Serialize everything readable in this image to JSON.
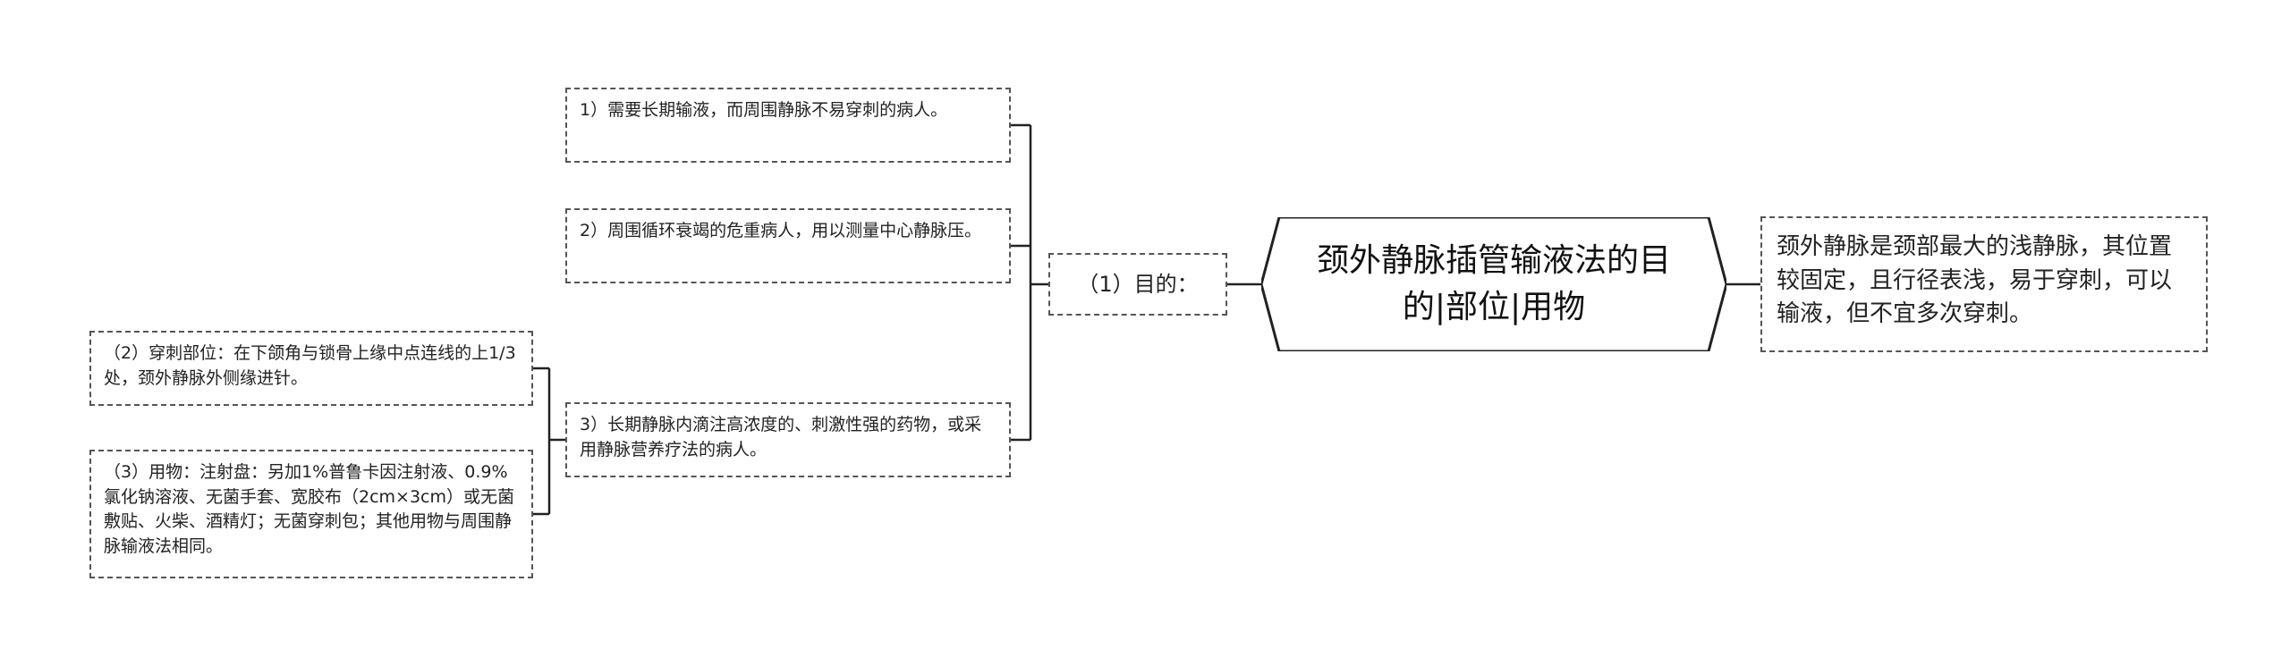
{
  "central_topic": "颈外静脉插管输液法的目的|部位|用物",
  "right_note": "颈外静脉是颈部最大的浅静脉，其位置较固定，且行径表浅，易于穿刺，可以输液，但不宜多次穿刺。",
  "purpose_label": "（1）目的：",
  "purposes": [
    "1）需要长期输液，而周围静脉不易穿刺的病人。",
    "2）周围循环衰竭的危重病人，用以测量中心静脉压。",
    "3）长期静脉内滴注高浓度的、刺激性强的药物，或采用静脉营养疗法的病人。"
  ],
  "site": "（2）穿刺部位：在下颌角与锁骨上缘中点连线的上1/3处，颈外静脉外侧缘进针。",
  "supplies": "（3）用物：注射盘：另加1%普鲁卡因注射液、0.9%氯化钠溶液、无菌手套、宽胶布（2cm×3cm）或无菌敷贴、火柴、酒精灯；无菌穿刺包；其他用物与周围静脉输液法相同。"
}
